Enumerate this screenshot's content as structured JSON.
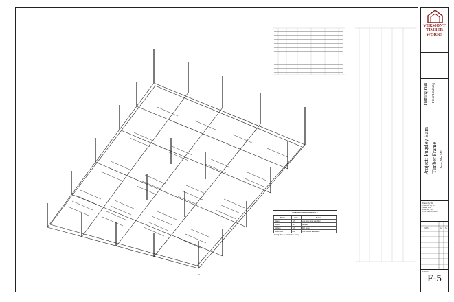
{
  "company": {
    "name_line1": "VERMONT",
    "name_line2": "TIMBER",
    "name_line3": "WORKS",
    "brand_color": "#8b1a1a"
  },
  "sheet": {
    "title_line1": "Framing Plan",
    "title_line2": "Floor Framing",
    "project_label": "Project:",
    "project_name_line1": "Pugsley Barn",
    "project_name_line2": "Timber Frame",
    "project_location": "Avon, Me, ME",
    "sheet_label": "SHEET",
    "sheet_number": "F-5"
  },
  "schedule": {
    "title": "CONNECTION SCHEDULE",
    "headers": [
      "Name",
      "Size",
      "Notes"
    ],
    "rows": [
      [
        "Beam",
        "7x9",
        "Low side wind shoulder"
      ],
      [
        "Joists",
        "5x7",
        "Housed"
      ],
      [
        "Girders",
        "7x9",
        "Std. pegs"
      ],
      [
        "Sills/Posts",
        "8x8",
        "Full mortise and tenon"
      ]
    ],
    "note": "* Verify dims. in field before cutting."
  },
  "revision": {
    "headers": [
      "Rev.",
      "Date",
      "By"
    ],
    "rows": [
      [
        "A",
        "01/05",
        "TL"
      ]
    ]
  },
  "stamp": {
    "lines": [
      "Drawn By: ZE",
      "Checked By: DJ",
      "Scale: 1:50",
      "Date: 4/??/03",
      "Print Date: 10/24/03"
    ]
  }
}
